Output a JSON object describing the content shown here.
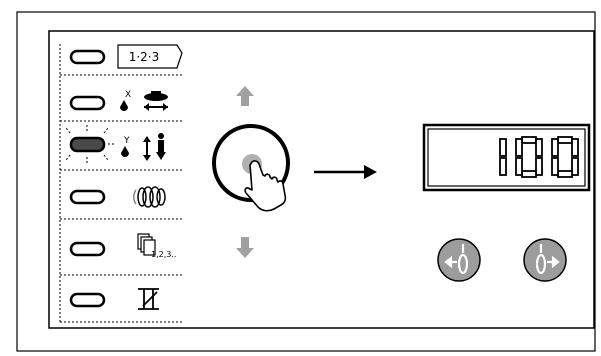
{
  "panel": {
    "row_labels": [
      "1·2·3",
      "X",
      "Y",
      "",
      "1,2,3..",
      ""
    ],
    "row_icons": [
      "sequence-number-icon",
      "x-feed-icon",
      "y-feed-icon",
      "thread-spool-icon",
      "pages-count-icon",
      "presser-foot-icon"
    ],
    "active_row_index": 2
  },
  "knob": {
    "name": "rotary-knob",
    "up_icon": "arrow-up-icon",
    "down_icon": "arrow-down-icon",
    "hand_icon": "pointing-hand-icon"
  },
  "display": {
    "value": "100"
  },
  "buttons": {
    "left_icon": "needle-left-icon",
    "right_icon": "needle-right-icon"
  },
  "colors": {
    "led_off": "#ffffff",
    "led_on": "#4a4a4a",
    "arrow_gray": "#a0a0a0",
    "button_gray": "#9c9c9c",
    "knob_center": "#b0b0b0"
  }
}
